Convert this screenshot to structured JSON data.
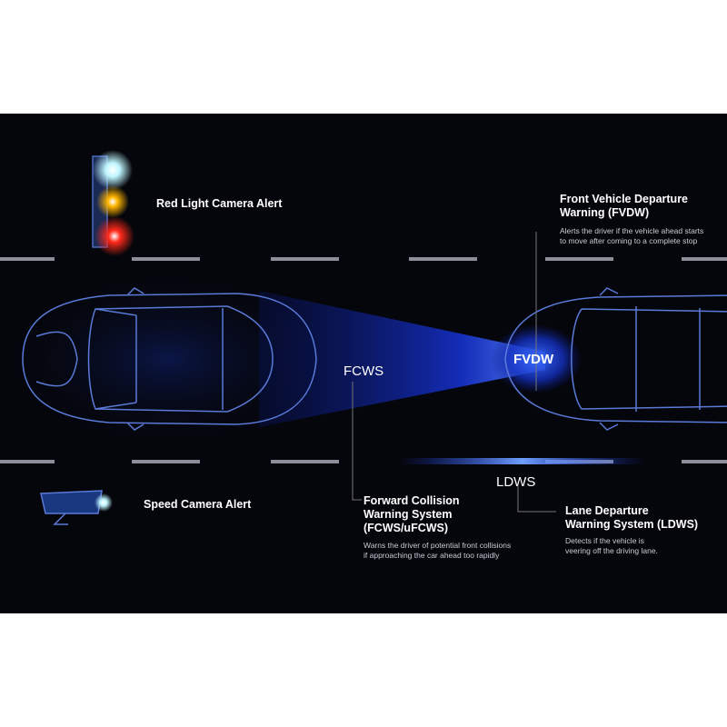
{
  "labels": {
    "red_light": "Red Light Camera Alert",
    "speed_camera": "Speed Camera Alert",
    "fcws_short": "FCWS",
    "fvdw_short": "FVDW",
    "ldws_short": "LDWS"
  },
  "features": [
    {
      "title_line1": "Front Vehicle Departure",
      "title_line2": "Warning (FVDW)",
      "desc_line1": "Alerts the driver if the vehicle ahead starts",
      "desc_line2": "to move after coming to a complete stop"
    },
    {
      "title_line1": "Forward Collision",
      "title_line2": "Warning System",
      "title_line3": "(FCWS/uFCWS)",
      "desc_line1": "Warns the driver of potential front collisions",
      "desc_line2": "if approaching the car ahead too rapidly"
    },
    {
      "title_line1": "Lane Departure",
      "title_line2": "Warning System (LDWS)",
      "desc_line1": "Detects if the vehicle is",
      "desc_line2": "veering off the driving lane."
    }
  ],
  "colors": {
    "beam": "#1a3cff",
    "car_outline": "#5a7ad8",
    "traffic_red": "#ff2a1a",
    "traffic_yellow": "#ffb400",
    "traffic_green": "#bff6ff"
  }
}
